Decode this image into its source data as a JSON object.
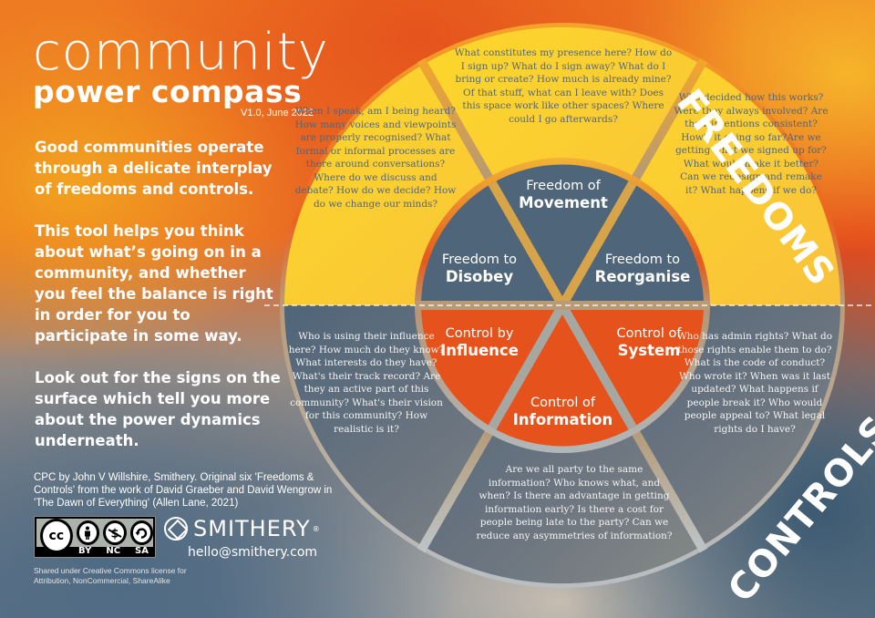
{
  "header": {
    "title_line1": "community",
    "title_line2": "power compass",
    "version": "V1.0, June 2022"
  },
  "intro": {
    "paragraphs": [
      "Good communities operate through a delicate interplay of freedoms and controls.",
      "This tool helps you think about what’s going on in a community, and whether you feel the balance is right in order for you to participate in some way.",
      "Look out for the signs on the surface which tell you more about the power dynamics underneath."
    ]
  },
  "credit": "CPC by John V Willshire, Smithery. Original six 'Freedoms & Controls' from the work of David Graeber and David Wengrow in 'The Dawn of Everything' (Allen Lane, 2021)",
  "license_badge": {
    "cc": "cc",
    "icons": [
      "attribution-icon",
      "noncommercial-icon",
      "sharealike-icon"
    ],
    "labels": [
      "BY",
      "NC",
      "SA"
    ]
  },
  "license_text": "Shared under Creative Commons license for Attribution, NonCommercial, ShareAlike",
  "brand": {
    "name": "SMITHERY",
    "registered": "®",
    "email": "hello@smithery.com"
  },
  "compass": {
    "freedoms_label": "FREEDOMS",
    "controls_label": "CONTROLS",
    "colors": {
      "freedom_outer": "#fbc82c",
      "freedom_hub": "#4f6579",
      "control_outer": "#5a6b7b",
      "control_hub": "#e5521b",
      "ring_top": "#f08a24",
      "ring_bottom": "#a3aeb5"
    },
    "freedoms": [
      {
        "id": "disobey",
        "line1": "Freedom to",
        "line2": "Disobey",
        "questions": "When I speak, am I being heard? How many voices and viewpoints are properly recognised? What formal or informal processes are there around conversations? Where do we discuss and debate? How do we decide? How do we change our minds?"
      },
      {
        "id": "movement",
        "line1": "Freedom of",
        "line2": "Movement",
        "questions": "What constitutes my presence here? How do I sign up? What do I sign away? What do I bring or create? How much is already mine? Of that stuff, what can I leave with? Does this space work like other spaces? Where could I go afterwards?"
      },
      {
        "id": "reorganise",
        "line1": "Freedom to",
        "line2": "Reorganise",
        "questions": "Who decided how this works? Were they always involved? Are their intentions consistent? How's it going so far?Are we getting what we signed up for? What would make it better? Can we redesign and remake it? What happens if we do?"
      }
    ],
    "controls": [
      {
        "id": "influence",
        "line1": "Control by",
        "line2": "Influence",
        "questions": "Who is using their influence here? How much do they know? What interests do they have? What's their track record? Are they an active part of this community? What's their vision for this community? How realistic is it?"
      },
      {
        "id": "information",
        "line1": "Control of",
        "line2": "Information",
        "questions": "Are we all party to the same information? Who knows what, and when? Is there an advantage in getting information early? Is there a cost for people being late to the party? Can we reduce any asymmetries of information?"
      },
      {
        "id": "system",
        "line1": "Control of",
        "line2": "System",
        "questions": "Who has admin rights? What do those rights enable them to do? What is the code of conduct? Who wrote it? When was it last updated? What happens if people break it? Who would people appeal to? What legal rights do I have?"
      }
    ]
  }
}
